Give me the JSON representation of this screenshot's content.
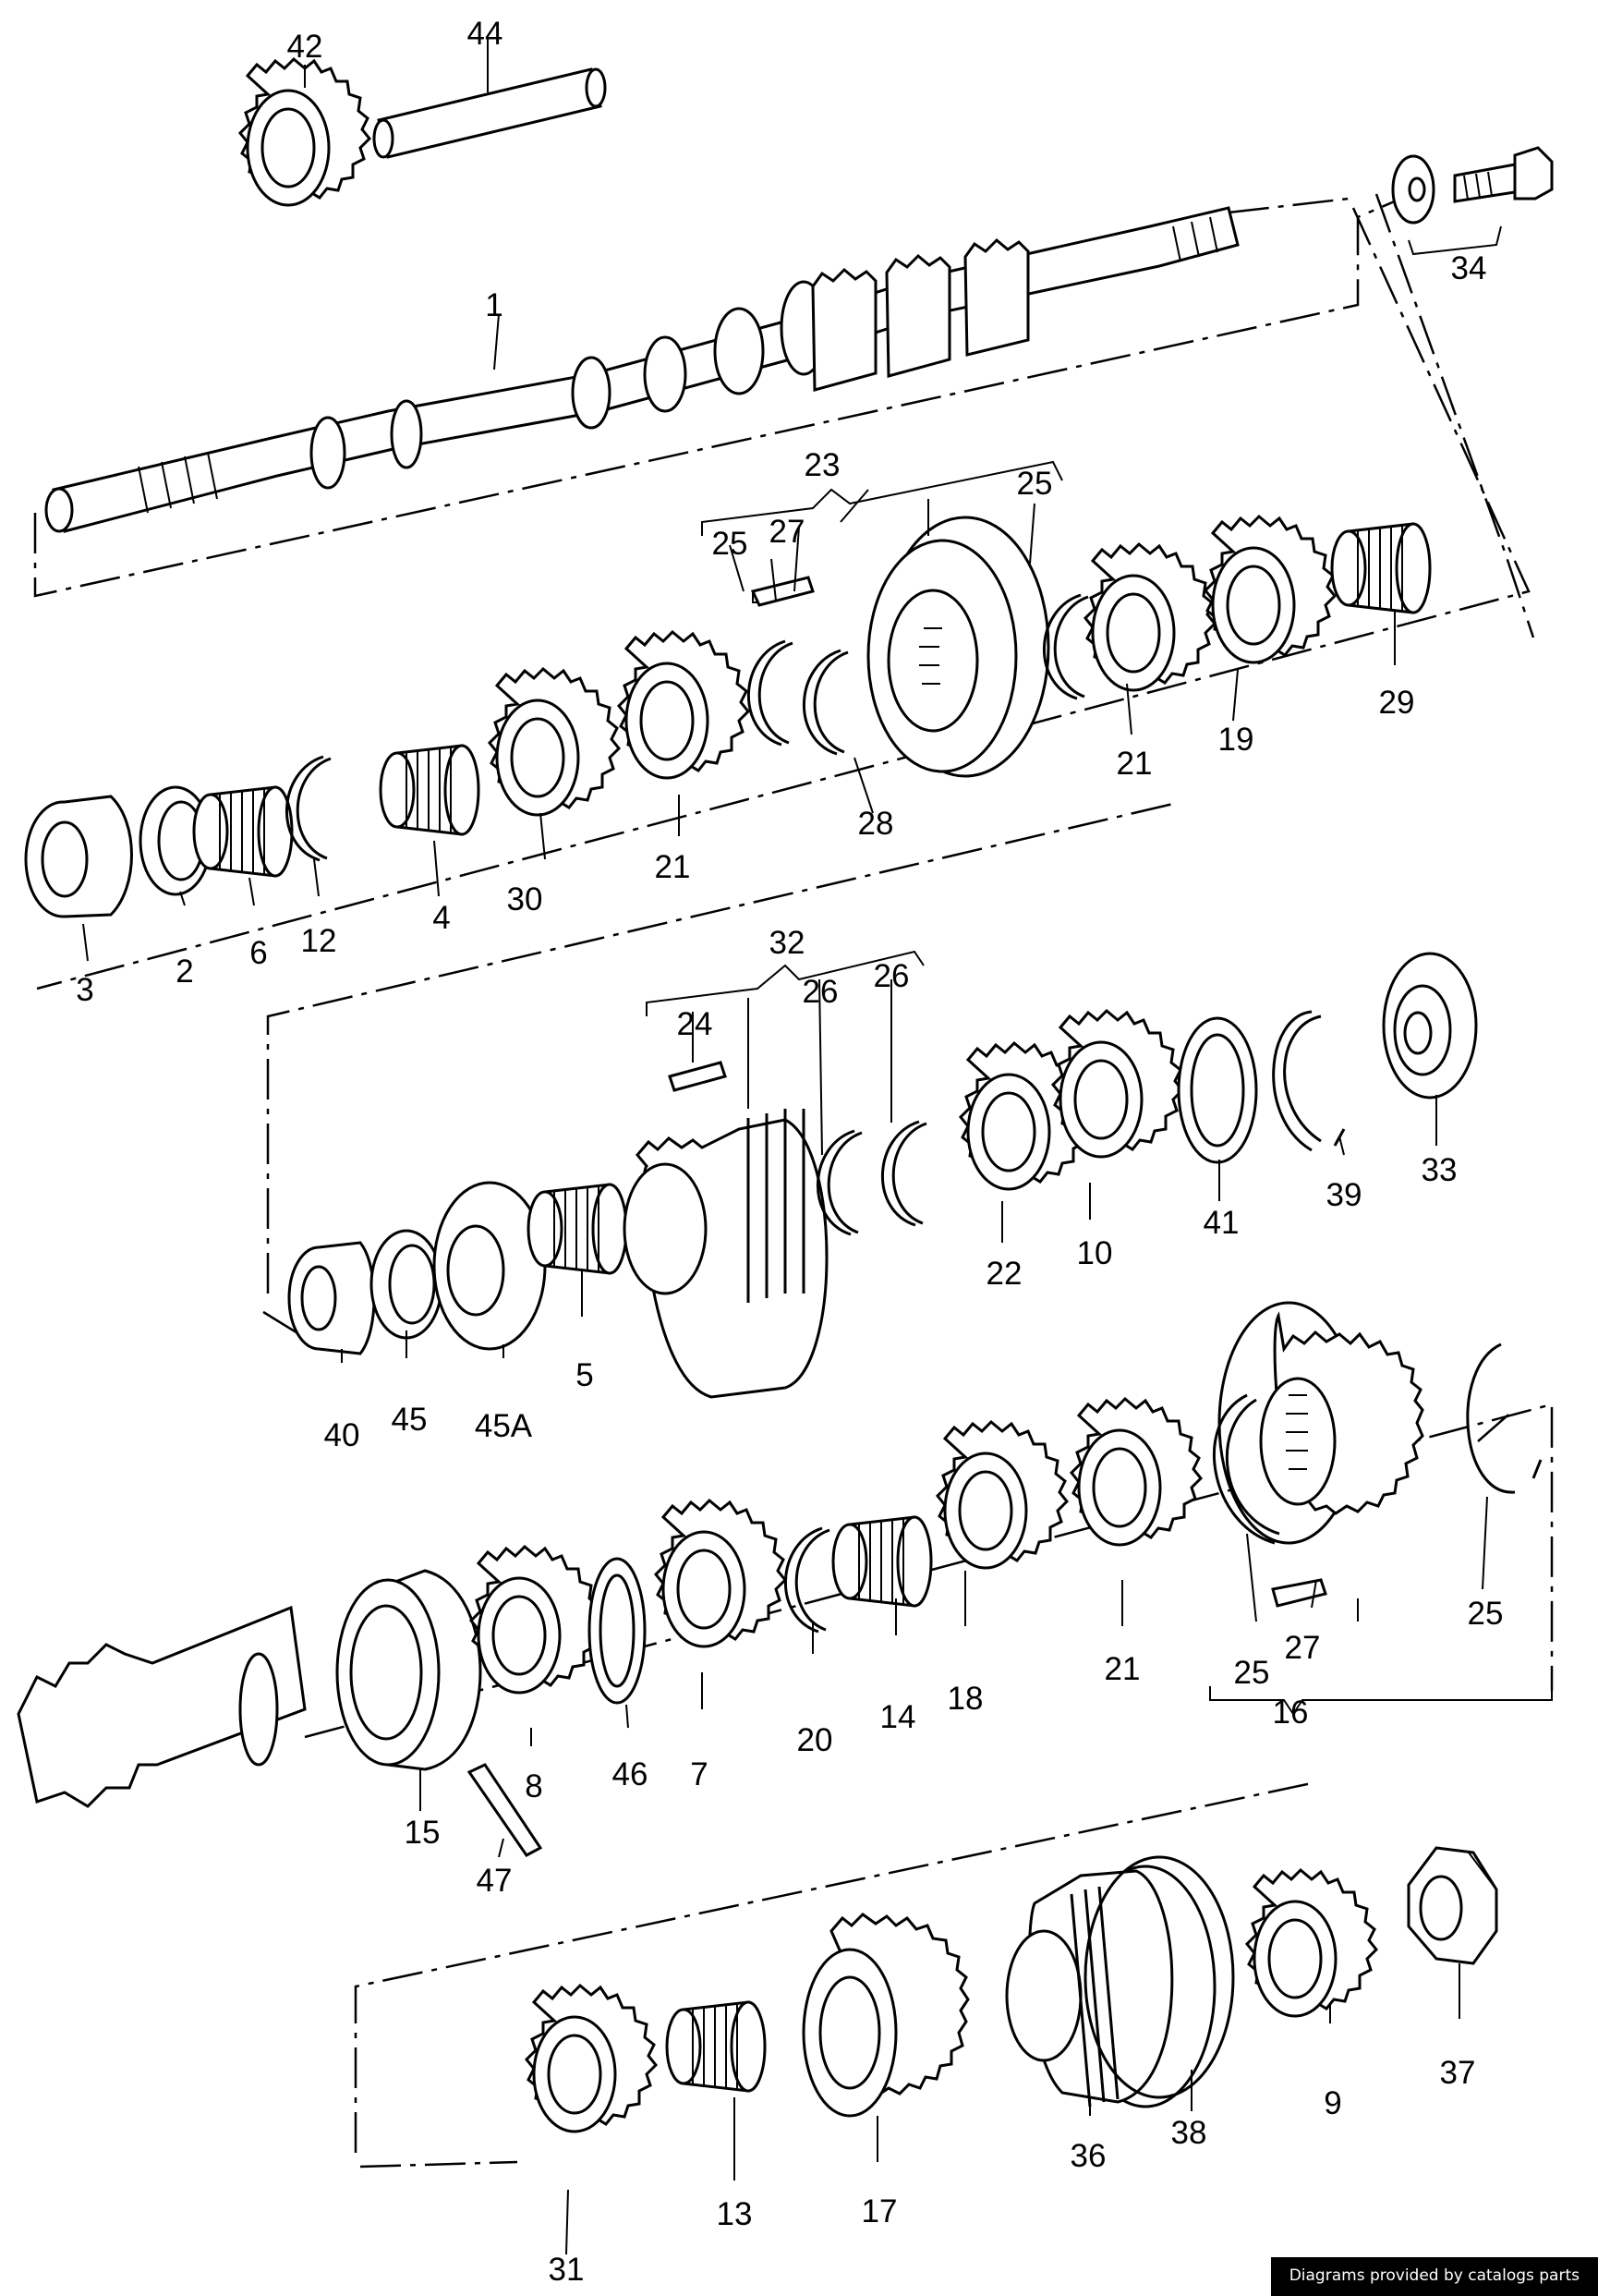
{
  "footer": {
    "credit": "Diagrams provided by catalogs parts"
  },
  "callouts": [
    {
      "id": "42",
      "text": "42"
    },
    {
      "id": "44",
      "text": "44"
    },
    {
      "id": "34",
      "text": "34"
    },
    {
      "id": "1",
      "text": "1"
    },
    {
      "id": "23",
      "text": "23"
    },
    {
      "id": "25a",
      "text": "25"
    },
    {
      "id": "27a",
      "text": "27"
    },
    {
      "id": "25b",
      "text": "25"
    },
    {
      "id": "29",
      "text": "29"
    },
    {
      "id": "19",
      "text": "19"
    },
    {
      "id": "21a",
      "text": "21"
    },
    {
      "id": "28",
      "text": "28"
    },
    {
      "id": "21b",
      "text": "21"
    },
    {
      "id": "30",
      "text": "30"
    },
    {
      "id": "4",
      "text": "4"
    },
    {
      "id": "12",
      "text": "12"
    },
    {
      "id": "6",
      "text": "6"
    },
    {
      "id": "2",
      "text": "2"
    },
    {
      "id": "3",
      "text": "3"
    },
    {
      "id": "32",
      "text": "32"
    },
    {
      "id": "24",
      "text": "24"
    },
    {
      "id": "26a",
      "text": "26"
    },
    {
      "id": "26b",
      "text": "26"
    },
    {
      "id": "33",
      "text": "33"
    },
    {
      "id": "39",
      "text": "39"
    },
    {
      "id": "41",
      "text": "41"
    },
    {
      "id": "10",
      "text": "10"
    },
    {
      "id": "22",
      "text": "22"
    },
    {
      "id": "5",
      "text": "5"
    },
    {
      "id": "45A",
      "text": "45A"
    },
    {
      "id": "45",
      "text": "45"
    },
    {
      "id": "40",
      "text": "40"
    },
    {
      "id": "25c",
      "text": "25"
    },
    {
      "id": "16",
      "text": "16"
    },
    {
      "id": "27b",
      "text": "27"
    },
    {
      "id": "25d",
      "text": "25"
    },
    {
      "id": "21c",
      "text": "21"
    },
    {
      "id": "18",
      "text": "18"
    },
    {
      "id": "14",
      "text": "14"
    },
    {
      "id": "20",
      "text": "20"
    },
    {
      "id": "7",
      "text": "7"
    },
    {
      "id": "46",
      "text": "46"
    },
    {
      "id": "8",
      "text": "8"
    },
    {
      "id": "15",
      "text": "15"
    },
    {
      "id": "47",
      "text": "47"
    },
    {
      "id": "37",
      "text": "37"
    },
    {
      "id": "9",
      "text": "9"
    },
    {
      "id": "38",
      "text": "38"
    },
    {
      "id": "36",
      "text": "36"
    },
    {
      "id": "17",
      "text": "17"
    },
    {
      "id": "13",
      "text": "13"
    },
    {
      "id": "31",
      "text": "31"
    }
  ]
}
